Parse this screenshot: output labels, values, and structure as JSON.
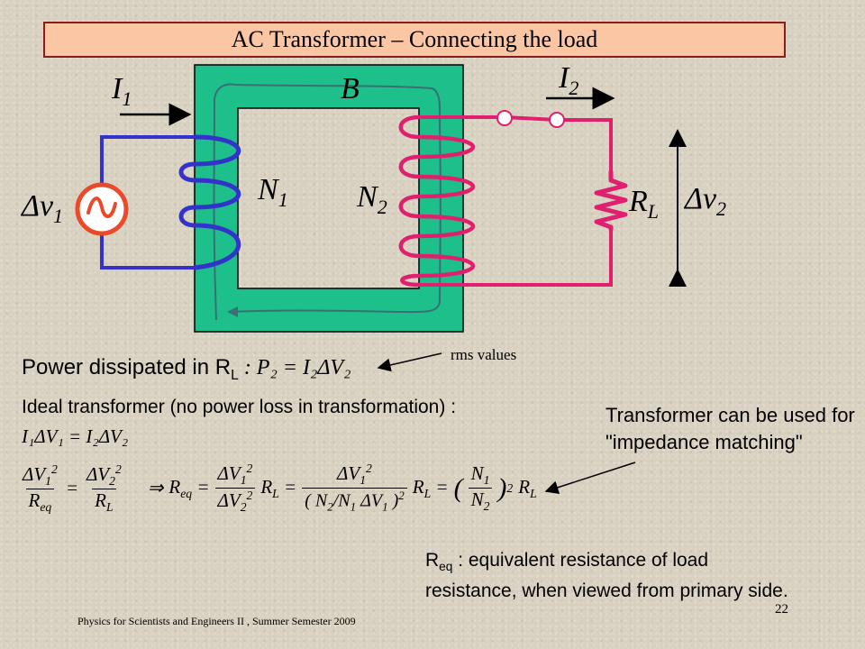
{
  "title": "AC Transformer – Connecting the load",
  "diagram": {
    "i1": "I",
    "i1_sub": "1",
    "i2": "I",
    "i2_sub": "2",
    "b": "B",
    "n1": "N",
    "n1_sub": "1",
    "n2": "N",
    "n2_sub": "2",
    "dv1": "Δv",
    "dv1_sub": "1",
    "dv2": "Δv",
    "dv2_sub": "2",
    "rl": "R",
    "rl_sub": "L",
    "source_symbol": "~",
    "colors": {
      "core": "#1dbf8a",
      "primary": "#3333cc",
      "secondary": "#e0206e",
      "source": "#e84a2a"
    }
  },
  "power_line": {
    "text": "Power dissipated in R",
    "sub": "L",
    "formula": " : P₂ = I₂ΔV₂"
  },
  "rms_note": "rms values",
  "ideal_line": "Ideal transformer (no power loss in transformation) :",
  "ideal_eq": "I₁ΔV₁ = I₂ΔV₂",
  "impedance_note_1": "Transformer can be used for",
  "impedance_note_2": "\"impedance matching\"",
  "req_note_1": ": equivalent resistance of load",
  "req_note_r": "R",
  "req_note_sub": "eq",
  "req_note_2": "resistance, when viewed from primary side.",
  "footer": "Physics for Scientists and Engineers II , Summer Semester 2009",
  "page_number": "22"
}
